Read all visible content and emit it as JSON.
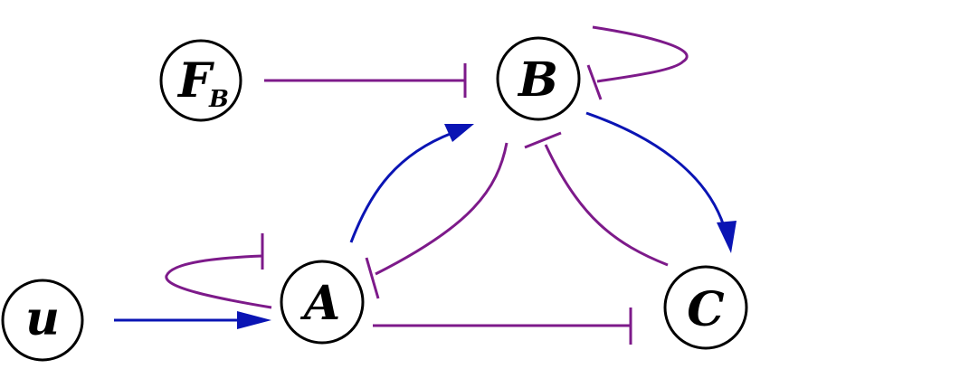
{
  "nodes": {
    "fb": {
      "label": "F",
      "subscript": "B"
    },
    "b": {
      "label": "B"
    },
    "a": {
      "label": "A"
    },
    "c": {
      "label": "C"
    },
    "u": {
      "label": "u"
    }
  },
  "colors": {
    "activation": "#0a14b4",
    "inhibition": "#7d1a8a",
    "node_stroke": "#000000"
  }
}
